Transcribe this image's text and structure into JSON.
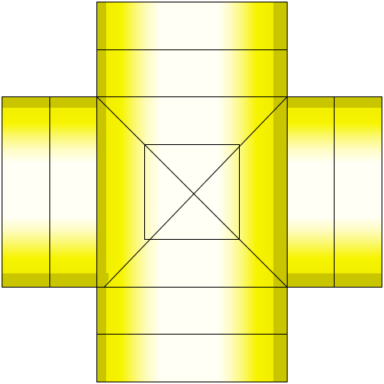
{
  "diagram": {
    "shape": "cross",
    "arms": [
      "top",
      "left",
      "right",
      "bottom"
    ],
    "colors": {
      "background": "#ffffff",
      "outline": "#000000",
      "shade_dark": "#c9c600",
      "shade_yellow": "#f7f400",
      "shade_mid": "#fbf870",
      "shade_light": "#fefcc4",
      "shade_center": "#fffff6"
    }
  }
}
